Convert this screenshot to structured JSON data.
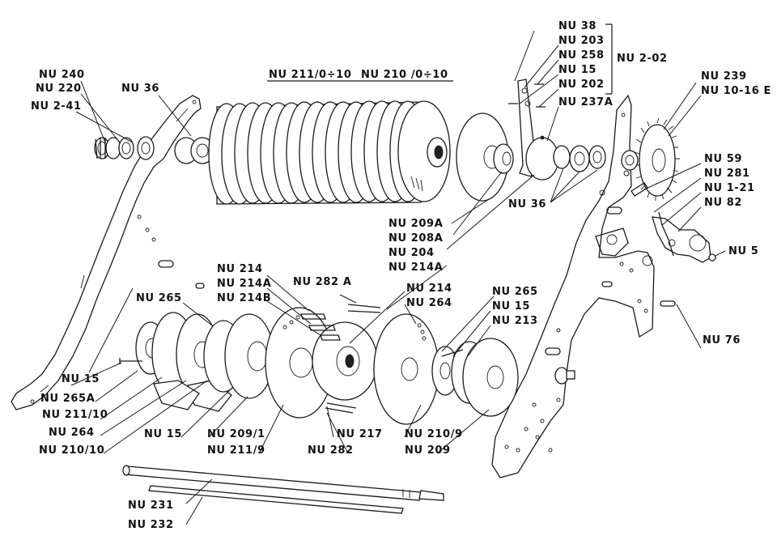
{
  "diagram": {
    "labels": {
      "nu_240": "NU 240",
      "nu_220": "NU 220",
      "nu_2_41": "NU 2-41",
      "nu_36_left": "NU 36",
      "nu_211_range": "NU 211/0÷10",
      "nu_210_range": "NU 210 /0÷10",
      "nu_38": "NU 38",
      "nu_203": "NU 203",
      "nu_258": "NU 258",
      "nu_15_top": "NU 15",
      "nu_202": "NU 202",
      "nu_2_02": "NU 2-02",
      "nu_237a": "NU 237A",
      "nu_239": "NU 239",
      "nu_10_16e": "NU 10-16 E",
      "nu_59": "NU 59",
      "nu_281": "NU 281",
      "nu_1_21": "NU 1-21",
      "nu_82": "NU 82",
      "nu_5": "NU 5",
      "nu_36_right": "NU 36",
      "nu_209a": "NU 209A",
      "nu_208a": "NU 208A",
      "nu_204": "NU 204",
      "nu_214a_right": "NU 214A",
      "nu_214_right": "NU 214",
      "nu_264_right": "NU 264",
      "nu_282a": "NU 282 A",
      "nu_214_left": "NU 214",
      "nu_214a_left": "NU 214A",
      "nu_214b": "NU 214B",
      "nu_265_left": "NU 265",
      "nu_265_right": "NU 265",
      "nu_15_right": "NU 15",
      "nu_213": "NU 213",
      "nu_76": "NU 76",
      "nu_15_left": "NU 15",
      "nu_265a": "NU 265A",
      "nu_211_10": "NU 211/10",
      "nu_264_left": "NU 264",
      "nu_210_10": "NU 210/10",
      "nu_15_bottom": "NU 15",
      "nu_209_1": "NU 209/1",
      "nu_211_9": "NU 211/9",
      "nu_217": "NU 217",
      "nu_282": "NU 282",
      "nu_210_9": "NU 210/9",
      "nu_209": "NU 209",
      "nu_231": "NU 231",
      "nu_232": "NU 232"
    }
  }
}
